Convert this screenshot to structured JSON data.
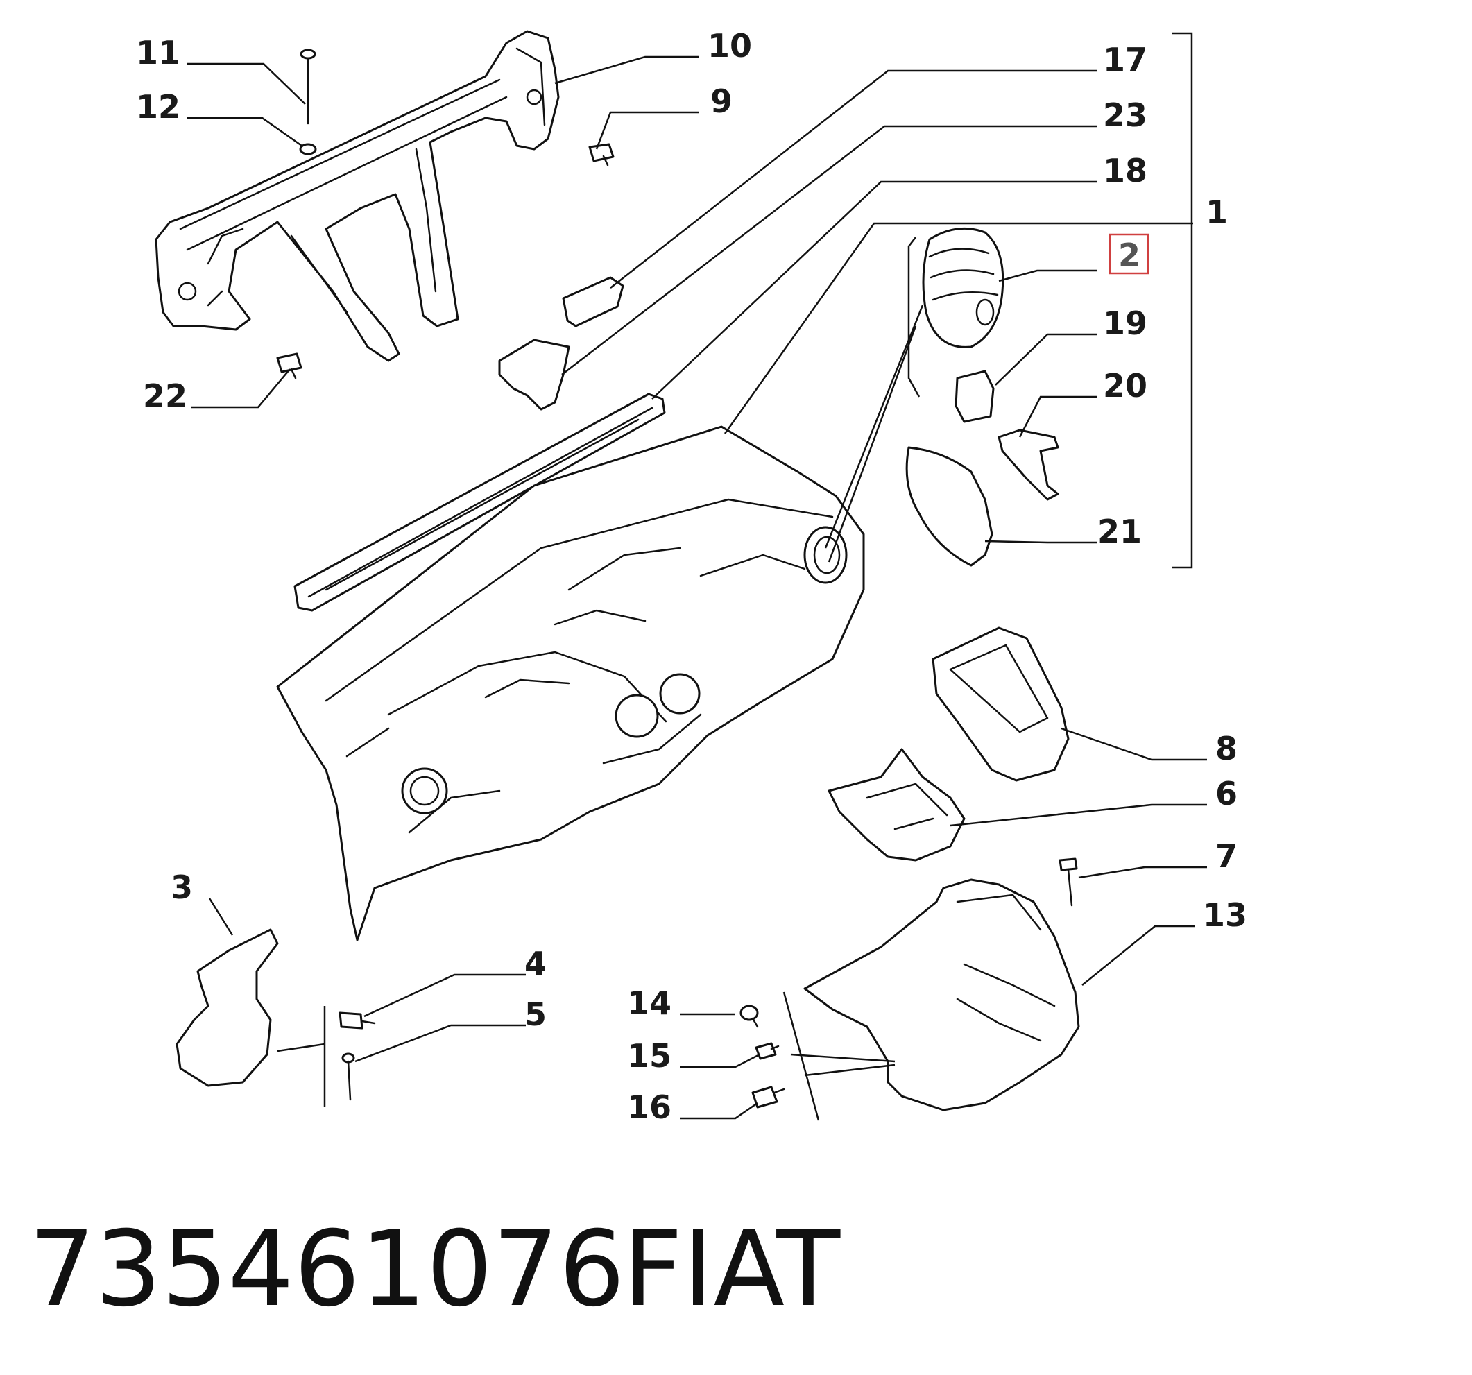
{
  "diagram": {
    "callouts": {
      "c1": "1",
      "c2": "2",
      "c3": "3",
      "c4": "4",
      "c5": "5",
      "c6": "6",
      "c7": "7",
      "c8": "8",
      "c9": "9",
      "c10": "10",
      "c11": "11",
      "c12": "12",
      "c13": "13",
      "c14": "14",
      "c15": "15",
      "c16": "16",
      "c17": "17",
      "c18": "18",
      "c19": "19",
      "c20": "20",
      "c21": "21",
      "c22": "22",
      "c23": "23"
    },
    "highlighted_callout": "2",
    "highlight_color": "#d04040"
  },
  "footer": {
    "part_number": "735461076",
    "brand": "FIAT"
  }
}
